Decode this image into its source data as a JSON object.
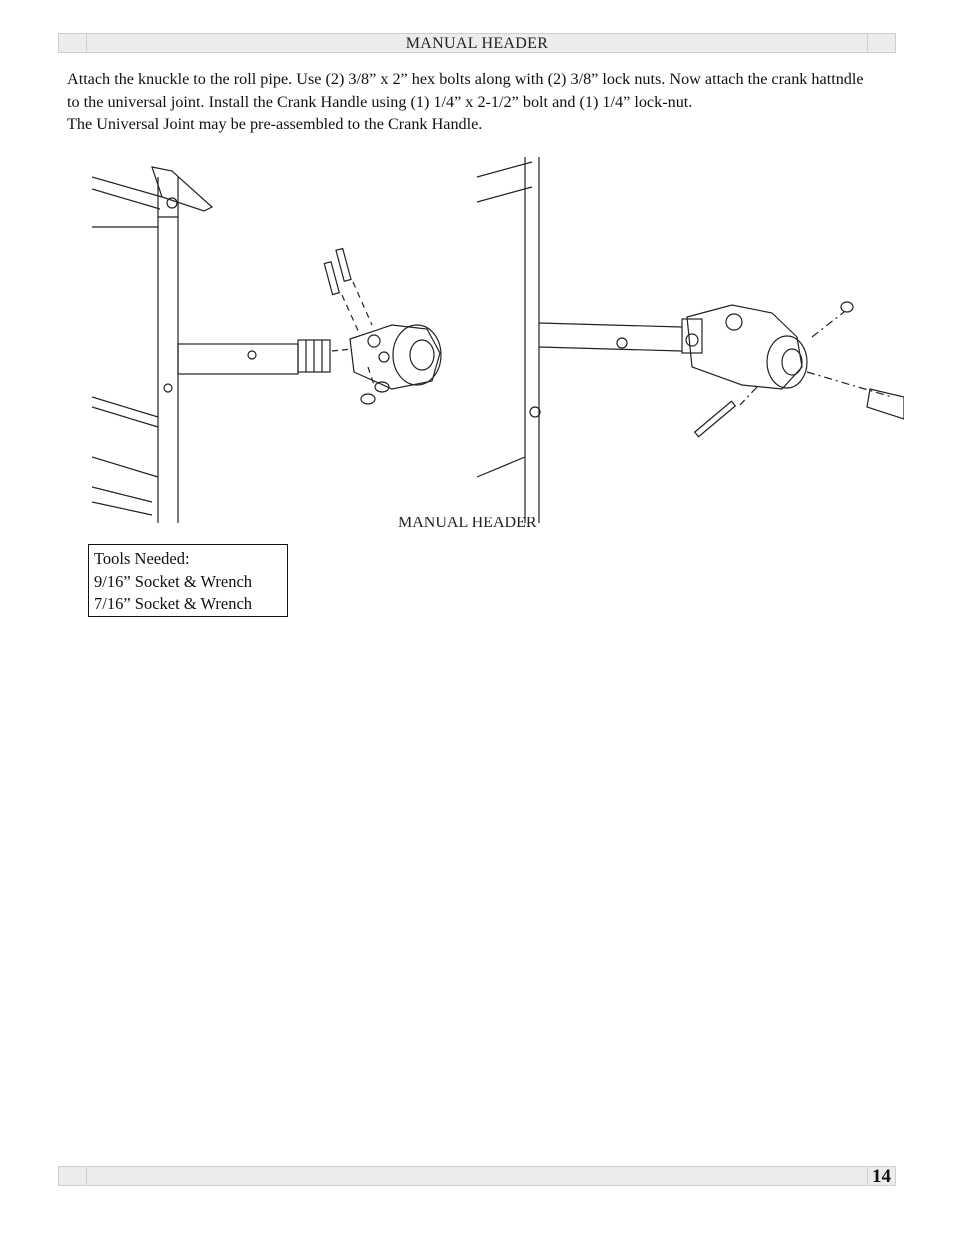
{
  "header": {
    "title": "MANUAL HEADER"
  },
  "instructions": {
    "line1": "Attach the knuckle to the roll pipe. Use (2) 3/8” x 2” hex bolts along with (2) 3/8” lock nuts. Now attach the crank hattndle to the universal joint. Install the Crank Handle using (1) 1/4” x 2-1/2” bolt and (1) 1/4” lock-nut.",
    "line2": "The Universal Joint may be pre-assembled to the Crank Handle."
  },
  "figure_overlap_text": "MANUAL HEADER",
  "tools": {
    "heading": "Tools Needed:",
    "items": [
      "9/16” Socket & Wrench",
      "7/16” Socket & Wrench"
    ]
  },
  "footer": {
    "page_number": "14"
  }
}
